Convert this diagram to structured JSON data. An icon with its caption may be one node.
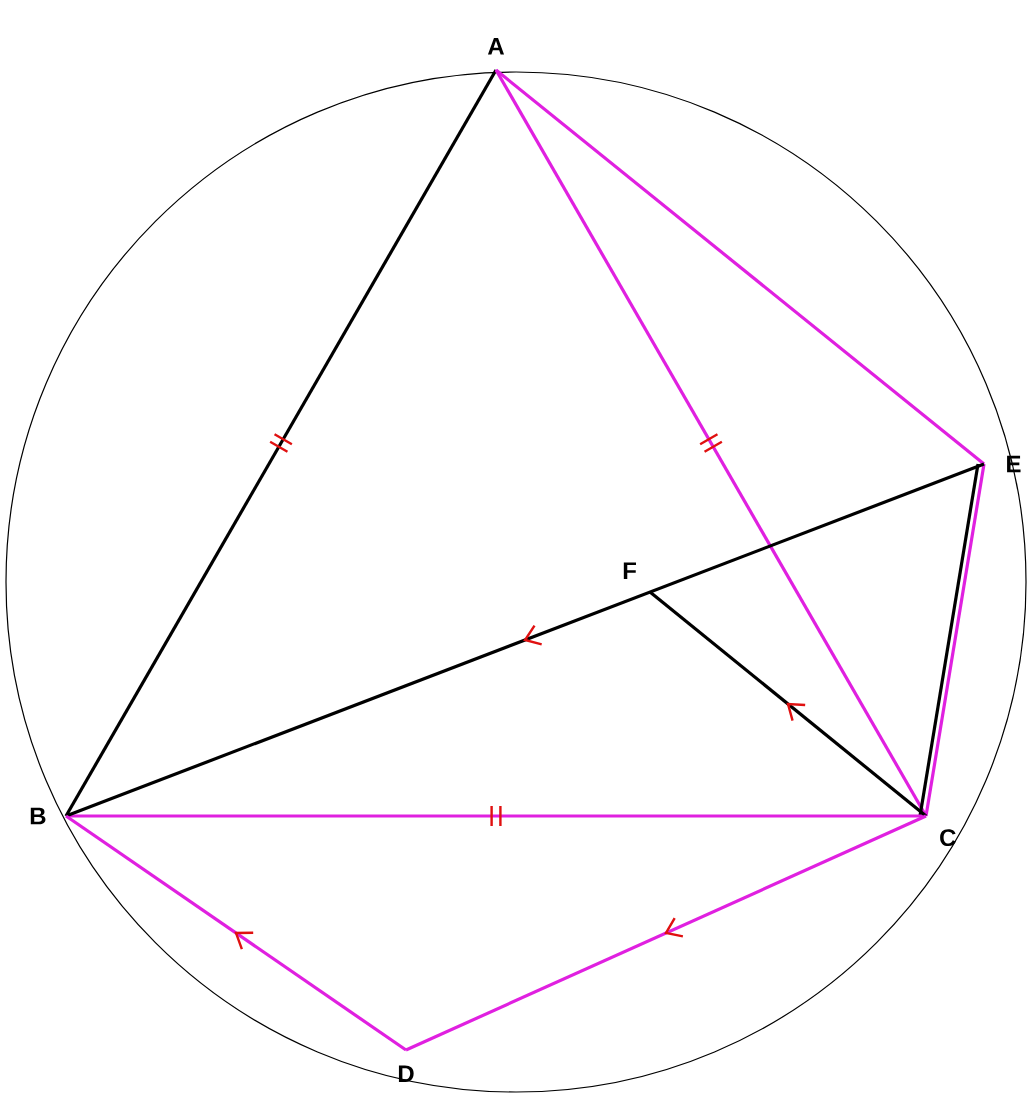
{
  "diagram": {
    "nodes": [
      {
        "text": [
          "A"
        ]
      },
      {
        "text": [
          "B"
        ]
      },
      {
        "text": [
          "C"
        ]
      },
      {
        "text": [
          "D"
        ]
      },
      {
        "text": [
          "E"
        ]
      },
      {
        "text": [
          "F"
        ]
      }
    ],
    "edges": [
      {
        "from": 0,
        "to": 1,
        "arrow": "none",
        "color": "#000000"
      },
      {
        "from": 0,
        "to": 2,
        "arrow": "none"
      },
      {
        "from": 0,
        "to": 4,
        "arrow": "none"
      },
      {
        "from": 4,
        "to": 2,
        "arrow": "none"
      },
      {
        "from": 4,
        "to": 2,
        "arrow": "none",
        "color": "#000000"
      },
      {
        "from": 1,
        "to": 2,
        "arrow": "none"
      },
      {
        "from": 4,
        "to": 1,
        "arrow": "to",
        "color": "#000000"
      },
      {
        "from": 2,
        "to": 5,
        "arrow": "to",
        "color": "#000000"
      },
      {
        "from": 3,
        "to": 1,
        "arrow": "to"
      },
      {
        "from": 2,
        "to": 3,
        "arrow": "to"
      }
    ]
  }
}
